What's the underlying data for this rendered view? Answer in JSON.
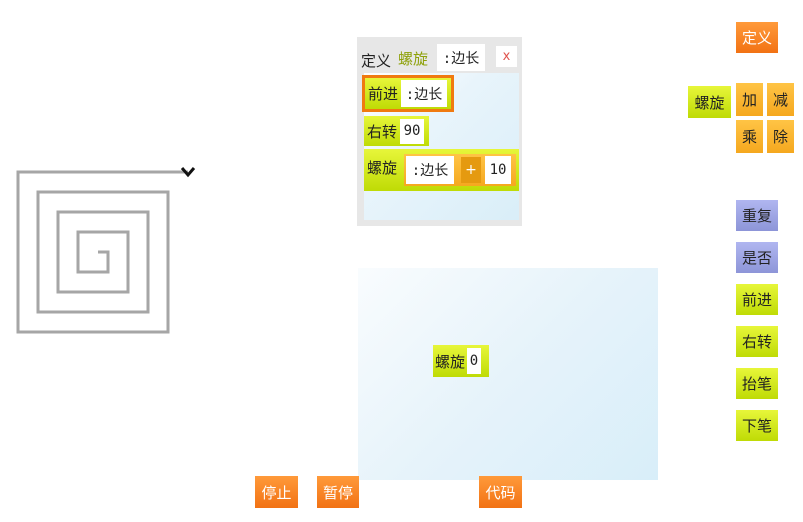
{
  "canvas": {
    "cursor_icon": "chevron-down-icon"
  },
  "definition": {
    "keyword": "定义",
    "proc_name": "螺旋",
    "param": ":边长",
    "close_label": "x",
    "blocks": {
      "forward": {
        "label": "前进",
        "arg": ":边长"
      },
      "right": {
        "label": "右转",
        "arg": "90"
      },
      "call": {
        "label": "螺旋",
        "arg": ":边长",
        "op": "+",
        "increment": "10"
      }
    }
  },
  "stage": {
    "call_block": {
      "label": "螺旋",
      "arg": "0"
    }
  },
  "palette": {
    "define": "定义",
    "proc": "螺旋",
    "add": "加",
    "sub": "减",
    "mul": "乘",
    "div": "除",
    "repeat": "重复",
    "ifelse": "是否",
    "forward": "前进",
    "right": "右转",
    "penup": "抬笔",
    "pendown": "下笔"
  },
  "controls": {
    "stop": "停止",
    "pause": "暂停",
    "code": "代码"
  },
  "colors": {
    "orange": "#f27214",
    "ochre": "#f5a81f",
    "lime": "#cfe615",
    "purple": "#9aa1e0",
    "line": "#a6a6a6",
    "highlight": "#f07a10"
  }
}
